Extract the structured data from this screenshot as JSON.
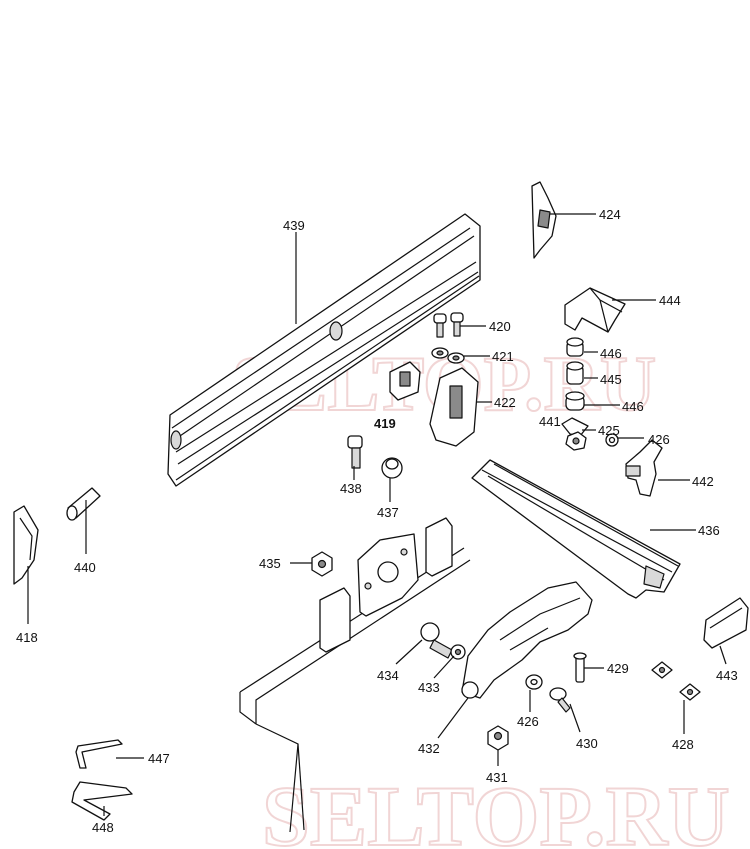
{
  "watermark": {
    "text_top": "SELTOP.RU",
    "text_bottom": "SELTOP.RU",
    "color": "#e6b3b3"
  },
  "callouts": [
    {
      "id": "c439",
      "label": "439",
      "bold": false
    },
    {
      "id": "c424",
      "label": "424",
      "bold": false
    },
    {
      "id": "c444",
      "label": "444",
      "bold": false
    },
    {
      "id": "c420",
      "label": "420",
      "bold": false
    },
    {
      "id": "c421",
      "label": "421",
      "bold": false
    },
    {
      "id": "c446a",
      "label": "446",
      "bold": false
    },
    {
      "id": "c445",
      "label": "445",
      "bold": false
    },
    {
      "id": "c446b",
      "label": "446",
      "bold": false
    },
    {
      "id": "c419",
      "label": "419",
      "bold": true
    },
    {
      "id": "c422",
      "label": "422",
      "bold": false
    },
    {
      "id": "c425",
      "label": "425",
      "bold": false
    },
    {
      "id": "c441",
      "label": "441",
      "bold": false
    },
    {
      "id": "c426a",
      "label": "426",
      "bold": false
    },
    {
      "id": "c442",
      "label": "442",
      "bold": false
    },
    {
      "id": "c438",
      "label": "438",
      "bold": false
    },
    {
      "id": "c437",
      "label": "437",
      "bold": false
    },
    {
      "id": "c436",
      "label": "436",
      "bold": false
    },
    {
      "id": "c440",
      "label": "440",
      "bold": false
    },
    {
      "id": "c418",
      "label": "418",
      "bold": false
    },
    {
      "id": "c435",
      "label": "435",
      "bold": false
    },
    {
      "id": "c429",
      "label": "429",
      "bold": false
    },
    {
      "id": "c443",
      "label": "443",
      "bold": false
    },
    {
      "id": "c434",
      "label": "434",
      "bold": false
    },
    {
      "id": "c433",
      "label": "433",
      "bold": false
    },
    {
      "id": "c426b",
      "label": "426",
      "bold": false
    },
    {
      "id": "c430",
      "label": "430",
      "bold": false
    },
    {
      "id": "c428",
      "label": "428",
      "bold": false
    },
    {
      "id": "c432",
      "label": "432",
      "bold": false
    },
    {
      "id": "c431",
      "label": "431",
      "bold": false
    },
    {
      "id": "c447",
      "label": "447",
      "bold": false
    },
    {
      "id": "c448",
      "label": "448",
      "bold": false
    }
  ]
}
